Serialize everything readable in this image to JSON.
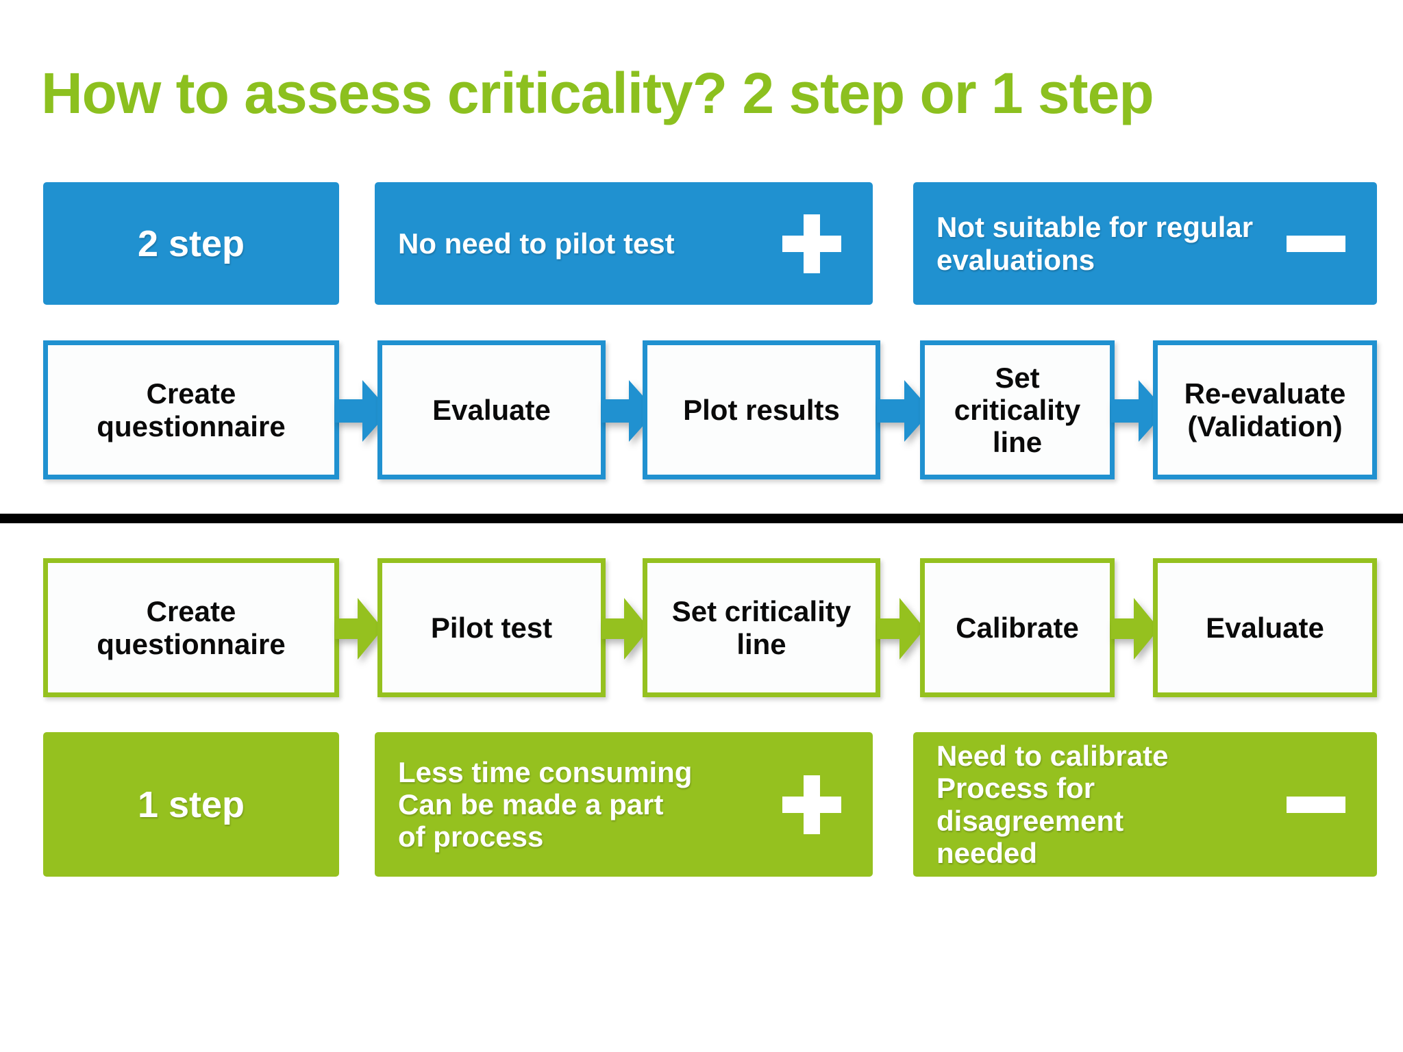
{
  "slide": {
    "title": "How to assess criticality? 2 step or 1 step",
    "title_color": "#8CC01F",
    "blue_color": "#2091D0",
    "green_color": "#95C11F"
  },
  "two_step": {
    "banners": [
      {
        "label": "2 step",
        "sign": ""
      },
      {
        "label": "No need to pilot test",
        "sign": "plus-icon"
      },
      {
        "label": "Not suitable for regular evaluations",
        "sign": "minus-icon"
      }
    ],
    "flow": [
      {
        "label": "Create questionnaire"
      },
      {
        "label": "Evaluate"
      },
      {
        "label": "Plot results"
      },
      {
        "label": "Set criticality line"
      },
      {
        "label": "Re-evaluate (Validation)"
      }
    ]
  },
  "one_step": {
    "flow": [
      {
        "label": "Create questionnaire"
      },
      {
        "label": "Pilot test"
      },
      {
        "label": "Set criticality line"
      },
      {
        "label": "Calibrate"
      },
      {
        "label": "Evaluate"
      }
    ],
    "banners": [
      {
        "label": "1 step",
        "sign": ""
      },
      {
        "label": "Less time consuming\nCan be made a part\nof process",
        "sign": "plus-icon"
      },
      {
        "label": "Need to calibrate\nProcess for disagreement\nneeded",
        "sign": "minus-icon"
      }
    ]
  }
}
